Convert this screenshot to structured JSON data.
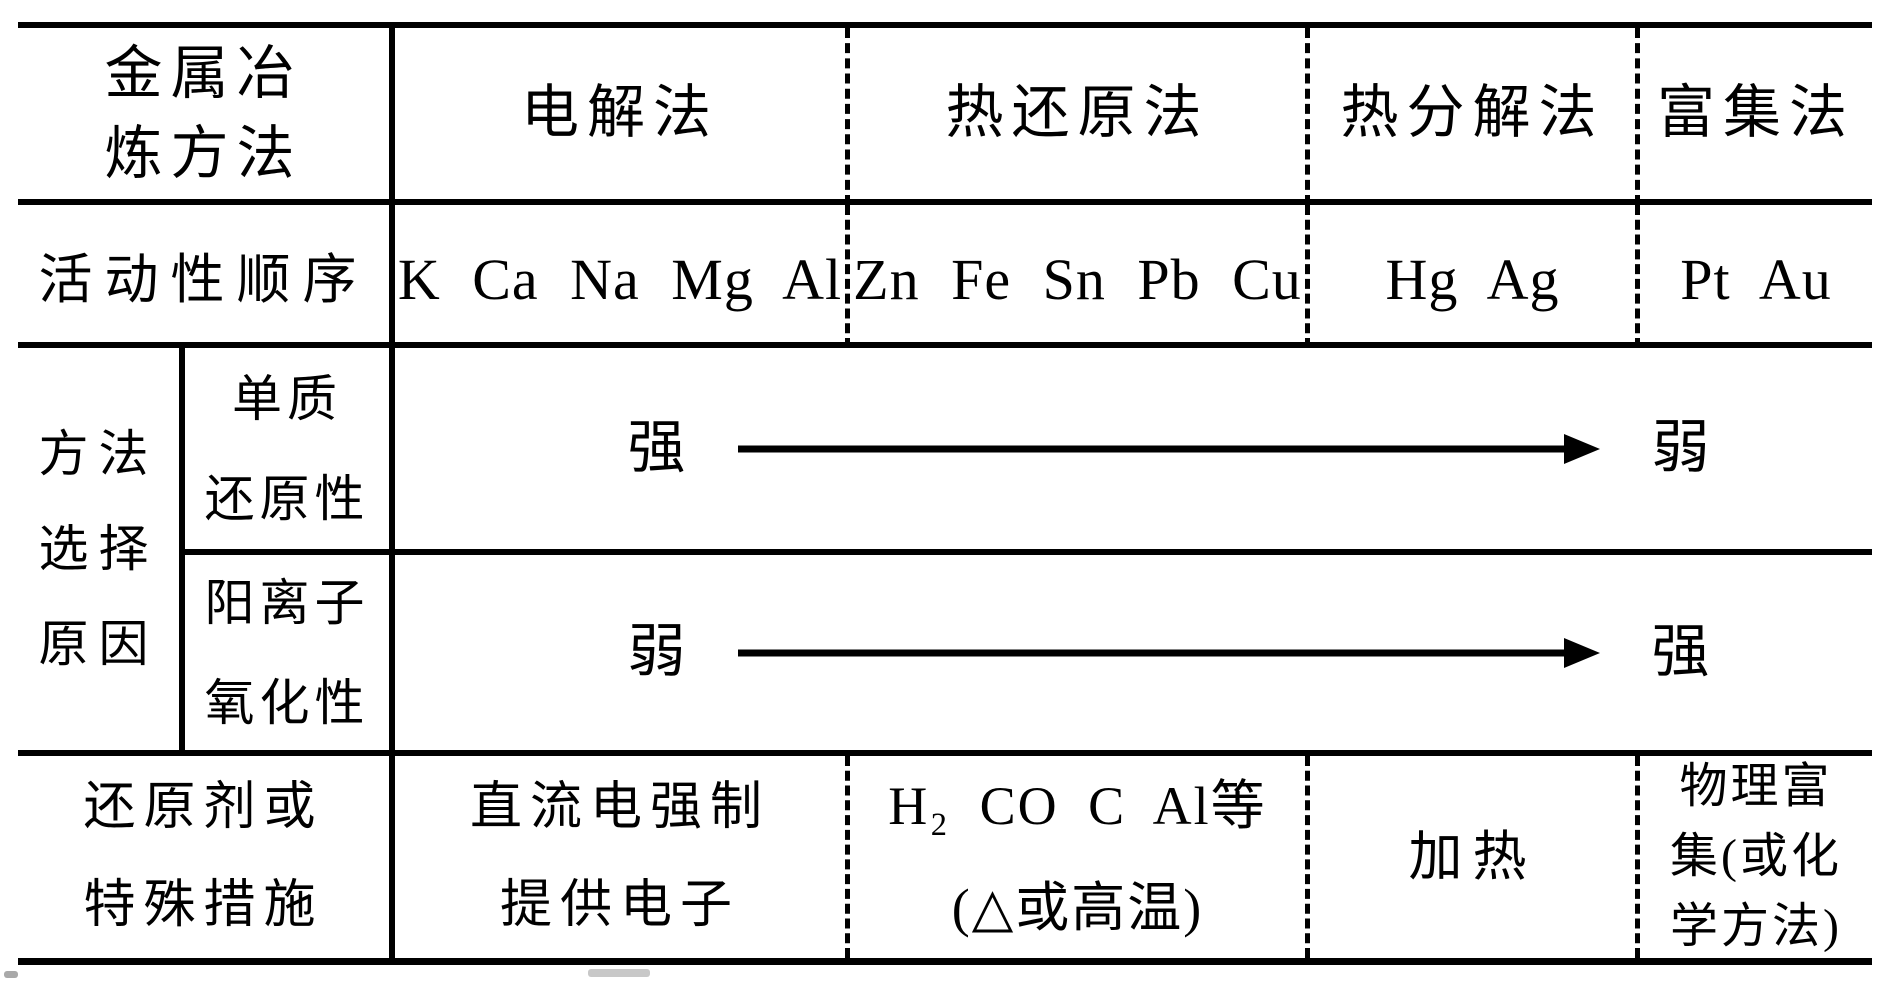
{
  "table": {
    "header": {
      "method_category": "金属冶\n炼方法",
      "electrolysis": "电解法",
      "thermal_reduction": "热还原法",
      "thermal_decomposition": "热分解法",
      "enrichment": "富集法"
    },
    "activity_row": {
      "label": "活动性顺序",
      "electrolysis_metals": "K Ca Na Mg Al",
      "thermal_reduction_metals": "Zn Fe Sn Pb Cu",
      "thermal_decomposition_metals": "Hg Ag",
      "enrichment_metals": "Pt Au"
    },
    "reason": {
      "label": "方法\n选择\n原因",
      "element_reducing": {
        "label": "单质\n还原性",
        "left_end": "强",
        "right_end": "弱"
      },
      "cation_oxidizing": {
        "label": "阳离子\n氧化性",
        "left_end": "弱",
        "right_end": "强"
      }
    },
    "measures_row": {
      "label": "还原剂或\n特殊措施",
      "electrolysis": "直流电强制\n提供电子",
      "thermal_reduction": "H₂ CO C Al等\n(△或高温)",
      "thermal_decomposition": "加热",
      "enrichment": "物理富\n集(或化\n学方法)"
    }
  },
  "colors": {
    "ink": "#000000",
    "background": "#ffffff"
  }
}
